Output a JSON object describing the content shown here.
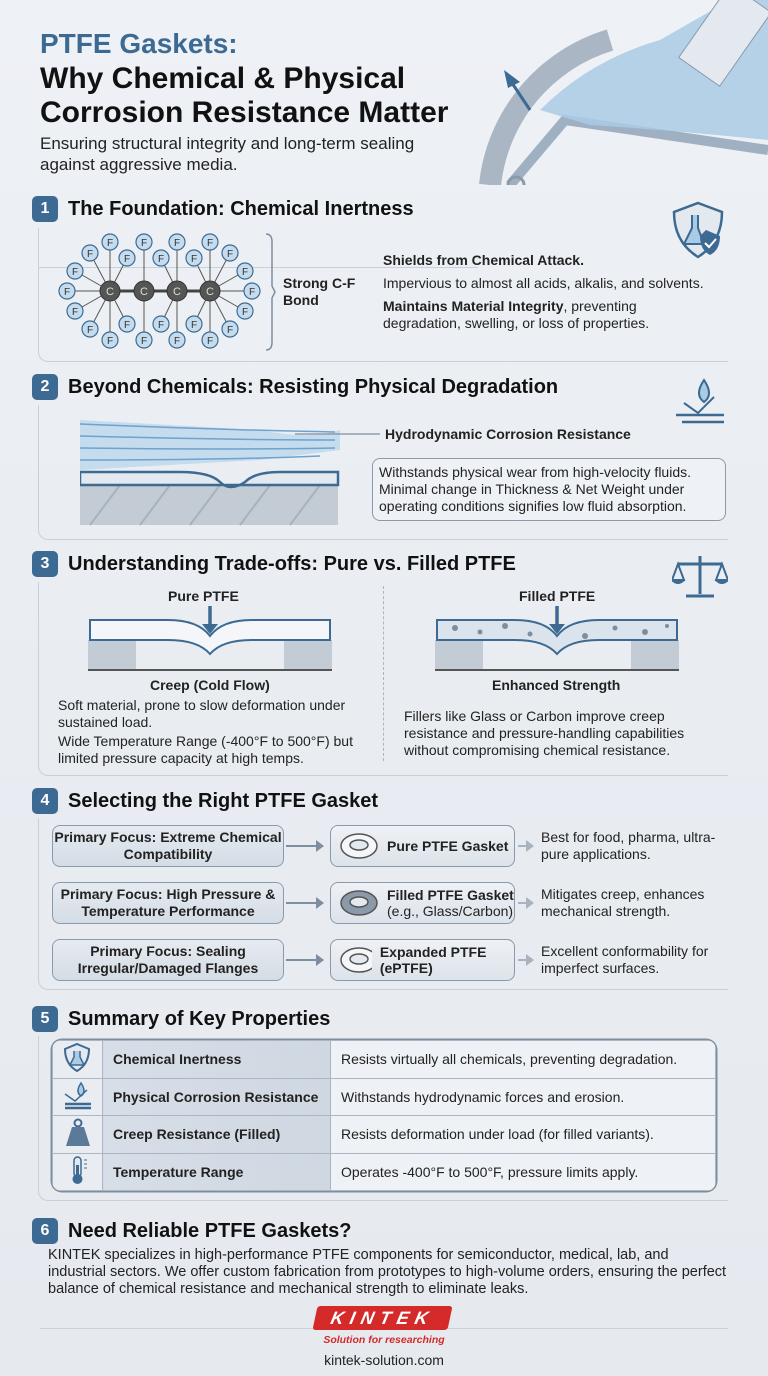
{
  "header": {
    "title_line1": "PTFE Gaskets:",
    "title_line2": "Why Chemical & Physical",
    "title_line3": "Corrosion Resistance Matter",
    "subtitle": "Ensuring structural integrity and long-term sealing against aggressive media."
  },
  "s1": {
    "num": "1",
    "title": "The Foundation: Chemical Inertness",
    "molecule": {
      "carbon": "C",
      "fluorine": "F"
    },
    "bond_label": "Strong C-F Bond",
    "p1_bold": "Shields from Chemical Attack.",
    "p2": "Impervious to almost all acids, alkalis, and solvents.",
    "p3_bold": "Maintains Material Integrity",
    "p3_rest": ", preventing degradation, swelling, or loss of properties.",
    "icon": "shield-flask-icon"
  },
  "s2": {
    "num": "2",
    "title": "Beyond Chemicals: Resisting Physical Degradation",
    "label": "Hydrodynamic Corrosion Resistance",
    "text": "Withstands physical wear from high-velocity fluids. Minimal change in Thickness & Net Weight under operating conditions signifies low fluid absorption.",
    "icon": "droplet-deflect-icon"
  },
  "s3": {
    "num": "3",
    "title": "Understanding Trade-offs: Pure vs. Filled PTFE",
    "icon": "balance-scale-icon",
    "pure": {
      "label": "Pure PTFE",
      "caption": "Creep (Cold Flow)",
      "p1": "Soft material, prone to slow deformation under sustained load.",
      "p2": "Wide Temperature Range (-400°F to 500°F) but limited pressure capacity at high temps."
    },
    "filled": {
      "label": "Filled PTFE",
      "caption": "Enhanced Strength",
      "p1": "Fillers like Glass or Carbon improve creep resistance and pressure-handling capabilities without compromising chemical resistance."
    }
  },
  "s4": {
    "num": "4",
    "title": "Selecting the Right PTFE Gasket",
    "rows": [
      {
        "focus": "Primary Focus: Extreme Chemical Compatibility",
        "gasket": "Pure PTFE Gasket",
        "gasket_note": "",
        "result": "Best for food, pharma, ultra-pure applications."
      },
      {
        "focus": "Primary Focus: High Pressure & Temperature Performance",
        "gasket": "Filled PTFE Gasket",
        "gasket_note": "(e.g., Glass/Carbon)",
        "result": "Mitigates creep, enhances mechanical strength."
      },
      {
        "focus": "Primary Focus: Sealing Irregular/Damaged Flanges",
        "gasket": "Expanded PTFE (ePTFE)",
        "gasket_note": "",
        "result": "Excellent conformability for imperfect surfaces."
      }
    ]
  },
  "s5": {
    "num": "5",
    "title": "Summary of Key Properties",
    "rows": [
      {
        "icon": "shield-flask-icon",
        "property": "Chemical Inertness",
        "description": "Resists virtually all chemicals, preventing degradation."
      },
      {
        "icon": "droplet-surface-icon",
        "property": "Physical Corrosion Resistance",
        "description": "Withstands hydrodynamic forces and erosion."
      },
      {
        "icon": "weight-icon",
        "property": "Creep Resistance (Filled)",
        "description": "Resists deformation under load (for filled variants)."
      },
      {
        "icon": "thermometer-icon",
        "property": "Temperature Range",
        "description": "Operates -400°F to 500°F, pressure limits apply."
      }
    ]
  },
  "s6": {
    "num": "6",
    "title": "Need Reliable PTFE Gaskets?",
    "text": "KINTEK specializes in high-performance PTFE components for semiconductor, medical, lab, and industrial sectors. We offer custom fabrication from prototypes to high-volume orders, ensuring the perfect balance of chemical resistance and mechanical strength to eliminate leaks."
  },
  "footer": {
    "logo": "KINTEK",
    "tagline": "Solution for researching",
    "url": "kintek-solution.com"
  },
  "colors": {
    "accent": "#3d6a92",
    "logo_red": "#d42a2a",
    "text": "#111111"
  }
}
